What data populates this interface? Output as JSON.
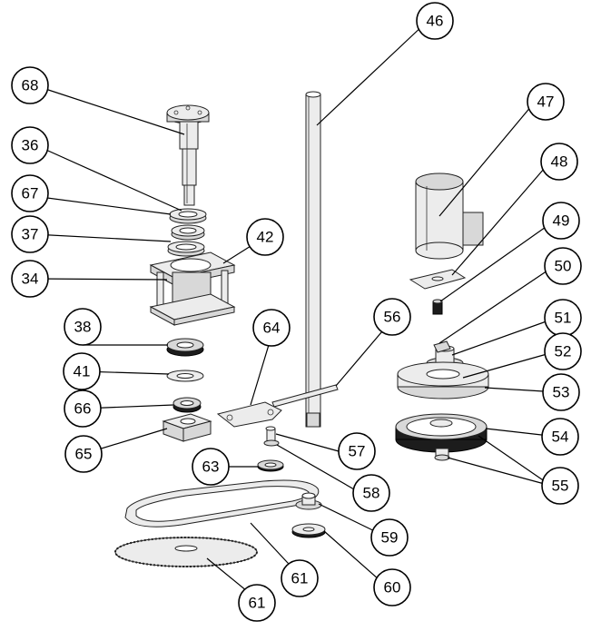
{
  "callouts": [
    {
      "id": "c46",
      "label": "46"
    },
    {
      "id": "c68",
      "label": "68"
    },
    {
      "id": "c47",
      "label": "47"
    },
    {
      "id": "c36",
      "label": "36"
    },
    {
      "id": "c48",
      "label": "48"
    },
    {
      "id": "c67",
      "label": "67"
    },
    {
      "id": "c49",
      "label": "49"
    },
    {
      "id": "c37",
      "label": "37"
    },
    {
      "id": "c42",
      "label": "42"
    },
    {
      "id": "c50",
      "label": "50"
    },
    {
      "id": "c34",
      "label": "34"
    },
    {
      "id": "c56",
      "label": "56"
    },
    {
      "id": "c51",
      "label": "51"
    },
    {
      "id": "c64",
      "label": "64"
    },
    {
      "id": "c38",
      "label": "38"
    },
    {
      "id": "c52",
      "label": "52"
    },
    {
      "id": "c41",
      "label": "41"
    },
    {
      "id": "c53",
      "label": "53"
    },
    {
      "id": "c66",
      "label": "66"
    },
    {
      "id": "c54",
      "label": "54"
    },
    {
      "id": "c65",
      "label": "65"
    },
    {
      "id": "c57",
      "label": "57"
    },
    {
      "id": "c63",
      "label": "63"
    },
    {
      "id": "c55",
      "label": "55"
    },
    {
      "id": "c58",
      "label": "58"
    },
    {
      "id": "c59",
      "label": "59"
    },
    {
      "id": "c61a",
      "label": "61"
    },
    {
      "id": "c60",
      "label": "60"
    },
    {
      "id": "c61b",
      "label": "61"
    }
  ]
}
